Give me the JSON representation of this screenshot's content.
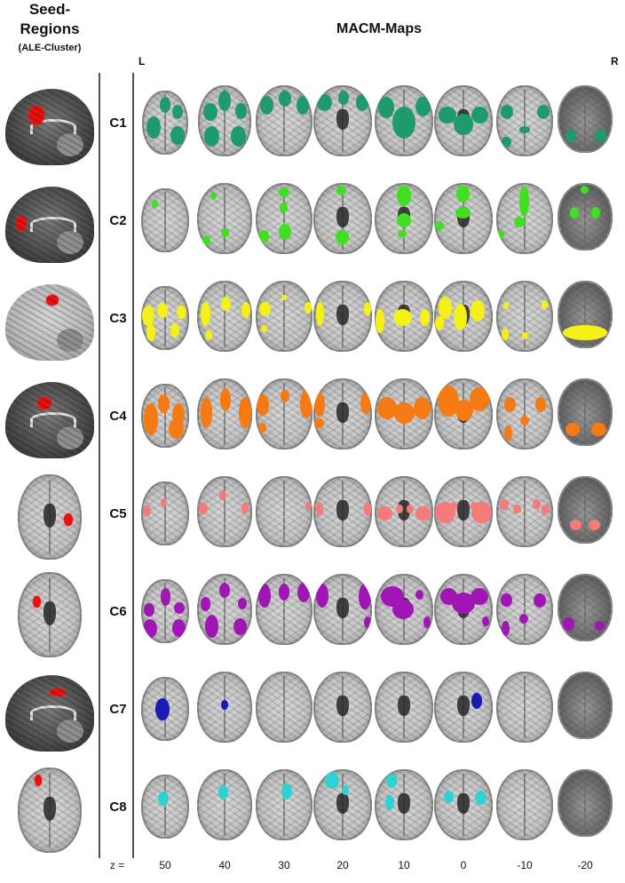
{
  "header": {
    "seed_title_line1": "Seed-",
    "seed_title_line2": "Regions",
    "seed_subtitle": "(ALE-Cluster)",
    "macm_title": "MACM-Maps",
    "left_marker": "L",
    "right_marker": "R"
  },
  "z_axis": {
    "label": "z =",
    "values": [
      "50",
      "40",
      "30",
      "20",
      "10",
      "0",
      "-10",
      "-20"
    ]
  },
  "rows": [
    {
      "label": "C1",
      "color": "#1e9a6c",
      "seed_view": "sagittal-dark"
    },
    {
      "label": "C2",
      "color": "#3ee01f",
      "seed_view": "sagittal-dark"
    },
    {
      "label": "C3",
      "color": "#f5f016",
      "seed_view": "sagittal-light"
    },
    {
      "label": "C4",
      "color": "#f57a14",
      "seed_view": "sagittal-dark"
    },
    {
      "label": "C5",
      "color": "#f57a7a",
      "seed_view": "axial"
    },
    {
      "label": "C6",
      "color": "#a016b4",
      "seed_view": "axial"
    },
    {
      "label": "C7",
      "color": "#1a1ab4",
      "seed_view": "sagittal-dark"
    },
    {
      "label": "C8",
      "color": "#2ed2d2",
      "seed_view": "axial"
    }
  ],
  "seed_color": "#e8110f"
}
